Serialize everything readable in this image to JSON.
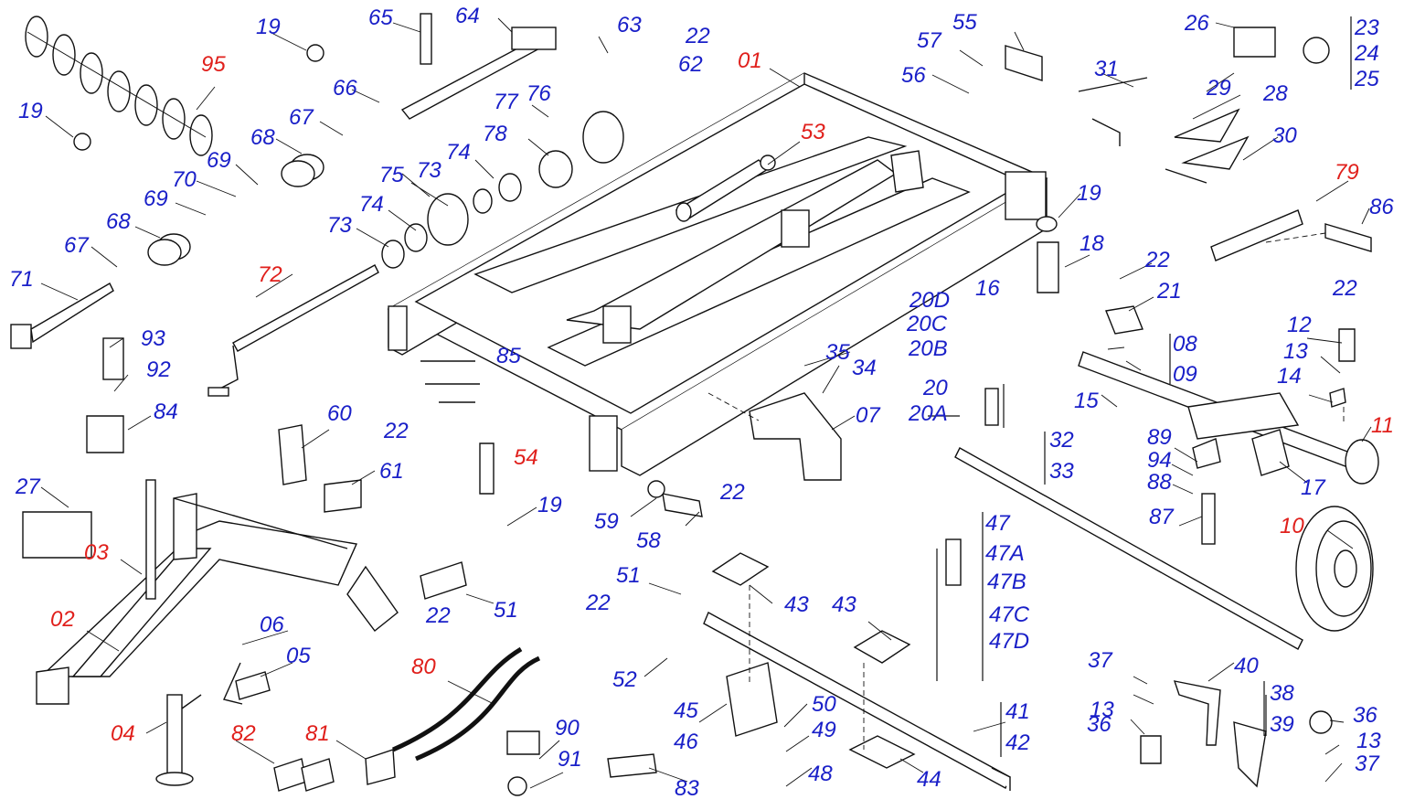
{
  "diagram": {
    "colors": {
      "label_blue": "#1a20c8",
      "label_red": "#e0201c",
      "line": "#111111"
    },
    "labels": {
      "l01": "01",
      "l02": "02",
      "l03": "03",
      "l04": "04",
      "l05": "05",
      "l06": "06",
      "l07": "07",
      "l08": "08",
      "l09": "09",
      "l10": "10",
      "l11": "11",
      "l12": "12",
      "l13a": "13",
      "l13b": "13",
      "l13c": "13",
      "l14": "14",
      "l15": "15",
      "l16": "16",
      "l17": "17",
      "l18": "18",
      "l19a": "19",
      "l19b": "19",
      "l19c": "19",
      "l19d": "19",
      "l20": "20",
      "l20A": "20A",
      "l20B": "20B",
      "l20C": "20C",
      "l20D": "20D",
      "l21": "21",
      "l22a": "22",
      "l22b": "22",
      "l22c": "22",
      "l22d": "22",
      "l22e": "22",
      "l22f": "22",
      "l22g": "22",
      "l23": "23",
      "l24": "24",
      "l25": "25",
      "l26": "26",
      "l27": "27",
      "l28": "28",
      "l29": "29",
      "l30": "30",
      "l31": "31",
      "l32": "32",
      "l33": "33",
      "l34": "34",
      "l35": "35",
      "l36a": "36",
      "l36b": "36",
      "l37a": "37",
      "l37b": "37",
      "l38": "38",
      "l39": "39",
      "l40": "40",
      "l41": "41",
      "l42": "42",
      "l43a": "43",
      "l43b": "43",
      "l44": "44",
      "l45": "45",
      "l46": "46",
      "l47": "47",
      "l47A": "47A",
      "l47B": "47B",
      "l47C": "47C",
      "l47D": "47D",
      "l48": "48",
      "l49": "49",
      "l50": "50",
      "l51a": "51",
      "l51b": "51",
      "l52": "52",
      "l53": "53",
      "l54": "54",
      "l55": "55",
      "l56": "56",
      "l57": "57",
      "l58": "58",
      "l59": "59",
      "l60": "60",
      "l61": "61",
      "l62": "62",
      "l63": "63",
      "l64": "64",
      "l65": "65",
      "l66": "66",
      "l67a": "67",
      "l67b": "67",
      "l68a": "68",
      "l68b": "68",
      "l69a": "69",
      "l69b": "69",
      "l70": "70",
      "l71": "71",
      "l72": "72",
      "l73a": "73",
      "l73b": "73",
      "l74a": "74",
      "l74b": "74",
      "l75": "75",
      "l76": "76",
      "l77": "77",
      "l78": "78",
      "l79": "79",
      "l80": "80",
      "l81": "81",
      "l82": "82",
      "l83": "83",
      "l84": "84",
      "l85": "85",
      "l86": "86",
      "l87": "87",
      "l88": "88",
      "l89": "89",
      "l90": "90",
      "l91": "91",
      "l92": "92",
      "l93": "93",
      "l94": "94",
      "l95": "95"
    }
  }
}
